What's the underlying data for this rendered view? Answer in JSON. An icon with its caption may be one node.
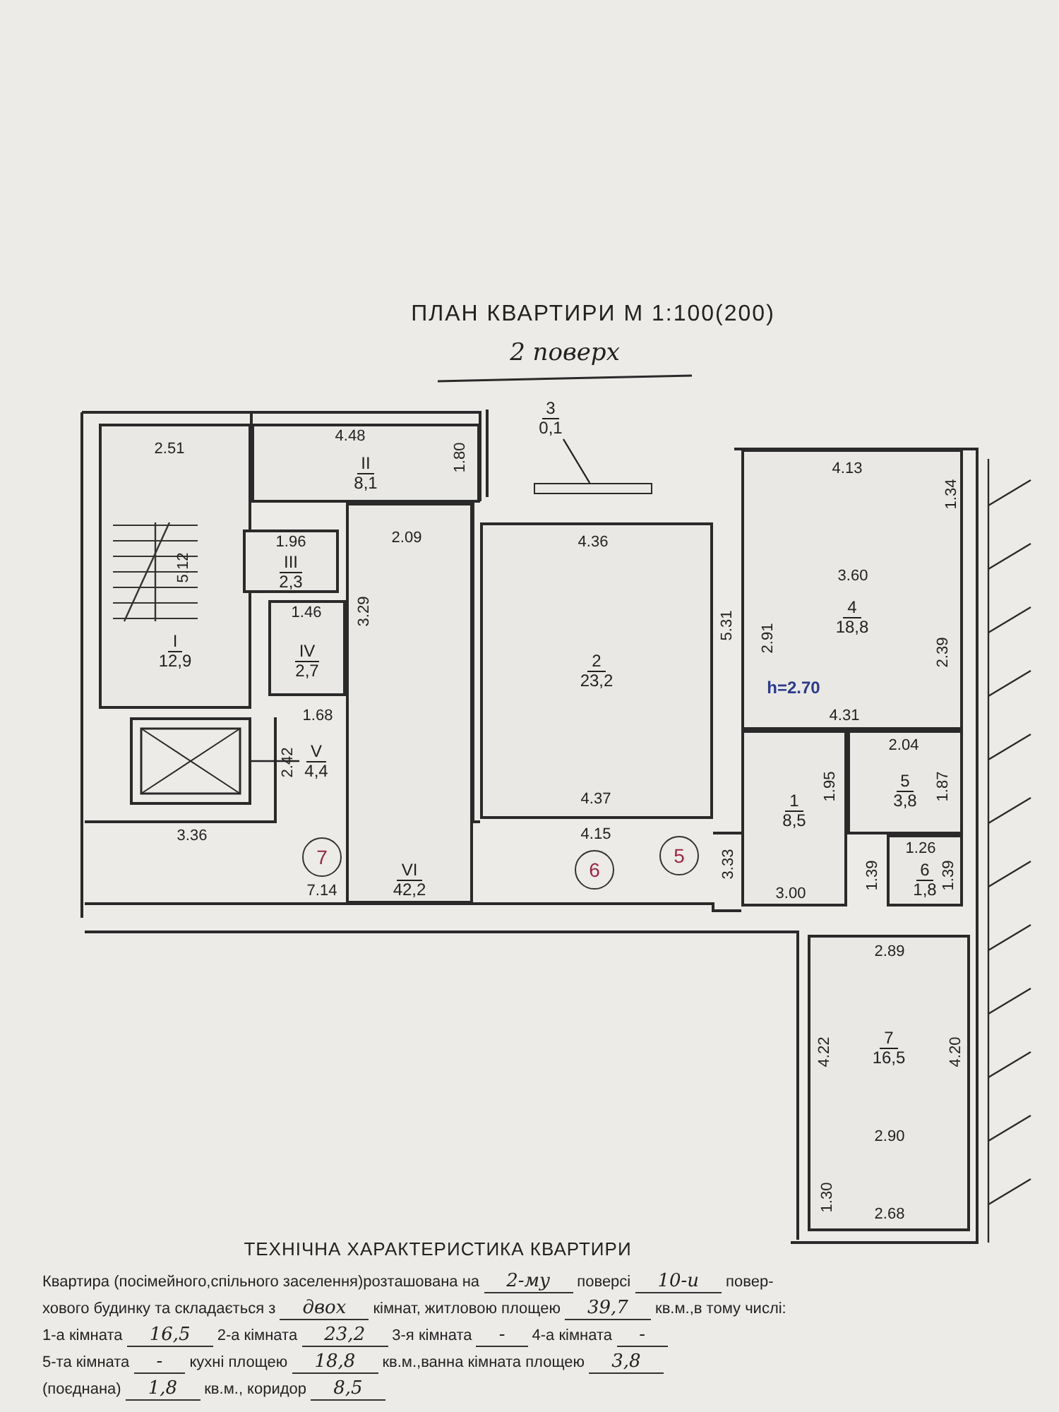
{
  "diagram": {
    "title": "ПЛАН КВАРТИРИ М 1:100(200)",
    "nodes": [
      {
        "text": [
          "I",
          "12,9"
        ]
      },
      {
        "text": [
          "II",
          "8,1"
        ]
      },
      {
        "text": [
          "III",
          "2,3"
        ]
      },
      {
        "text": [
          "IV",
          "2,7"
        ]
      },
      {
        "text": [
          "VI",
          "42,2"
        ]
      },
      {
        "text": [
          "2",
          "23,2"
        ]
      },
      {
        "text": [
          "4",
          "18,8"
        ]
      },
      {
        "text": [
          "1",
          "8,5"
        ]
      },
      {
        "text": [
          "5",
          "3,8"
        ]
      },
      {
        "text": [
          "6",
          "1,8"
        ]
      },
      {
        "text": [
          "7",
          "16,5"
        ]
      },
      {
        "text": [],
        "shape": "box"
      },
      {
        "text": [
          "V",
          "4,4"
        ]
      },
      {
        "text": [
          "3",
          "0,1"
        ]
      },
      {
        "text": [],
        "shape": "bar"
      },
      {
        "text": [
          "7"
        ]
      },
      {
        "text": [
          "6"
        ]
      },
      {
        "text": [
          "5"
        ]
      }
    ],
    "edges": [
      {
        "from": 12,
        "to": 11,
        "arrow": "none"
      },
      {
        "from": 13,
        "to": 14,
        "arrow": "none"
      }
    ],
    "labels": [
      "2 поверх",
      "2.51",
      "4.48",
      "1.80",
      "4.36",
      "4.13",
      "1.34",
      "1.96",
      "2.09",
      "5.12",
      "3.60",
      "3.29",
      "1.46",
      "2.91",
      "5.31",
      "2.39",
      "h=2.70",
      "1.68",
      "4.31",
      "2.04",
      "2.42",
      "1.95",
      "1.87",
      "4.37",
      "3.36",
      "4.15",
      "1.26",
      "3.33",
      "1.39",
      "1.39",
      "7.14",
      "3.00",
      "2.89",
      "4.22",
      "4.20",
      "2.90",
      "1.30",
      "2.68",
      "ТЕХНІЧНА ХАРАКТЕРИСТИКА КВАРТИРИ",
      "Квартира (посімейного,спільного заселення)розташована на *2-му* поверсі *10-и* повер-",
      "хового будинку та складається з *двох* кімнат, житловою площею *39,7* кв.м.,в тому числі:",
      "1-а кімната *16,5* 2-а кімната *23,2* 3-я кімната *-* 4-а кімната *-*",
      "5-та кімната *-* кухні площею *18,8* кв.м.,ванна кімната площею *3,8*",
      "(поєднана) *1,8* кв.м., коридор *8,5*"
    ]
  }
}
